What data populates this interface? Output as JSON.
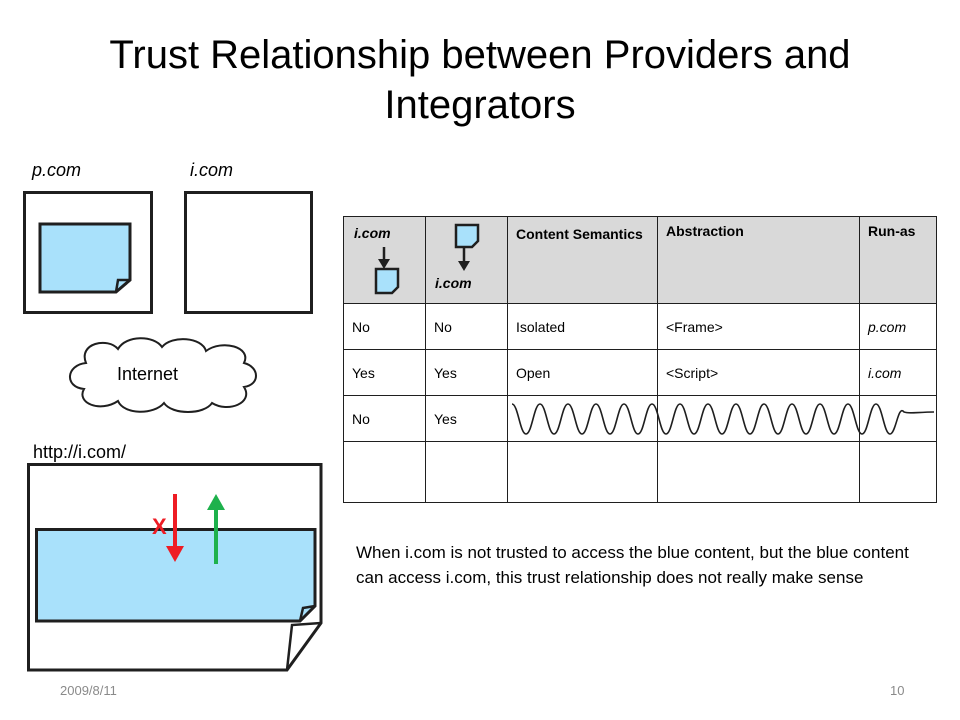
{
  "slide": {
    "title_line1": "Trust Relationship between Providers and",
    "title_line2": "Integrators",
    "label_p": "p.com",
    "label_i": "i.com",
    "internet": "Internet",
    "url": "http://i.com/",
    "x_mark": "X",
    "note": "When i.com is not trusted to access the blue content, but the blue content can access i.com, this trust relationship does not really make sense",
    "footer_date": "2009/8/11",
    "footer_page": "10"
  },
  "table": {
    "headers": {
      "col1": "i.com",
      "col2": "i.com",
      "col3": "Content Semantics",
      "col4": "Abstraction",
      "col5": "Run-as"
    },
    "rows": [
      [
        "No",
        "No",
        "Isolated",
        "<Frame>",
        "p.com"
      ],
      [
        "Yes",
        "Yes",
        "Open",
        "<Script>",
        "i.com"
      ],
      [
        "No",
        "Yes",
        "",
        "",
        ""
      ],
      [
        "",
        "",
        "",
        "",
        ""
      ]
    ]
  },
  "colors": {
    "blue_content": "#a9e1fb",
    "outline": "#1f1f1f",
    "red_arrow": "#ee1c24",
    "green_arrow": "#1eb14c",
    "header_gray": "#d9d9d9"
  }
}
